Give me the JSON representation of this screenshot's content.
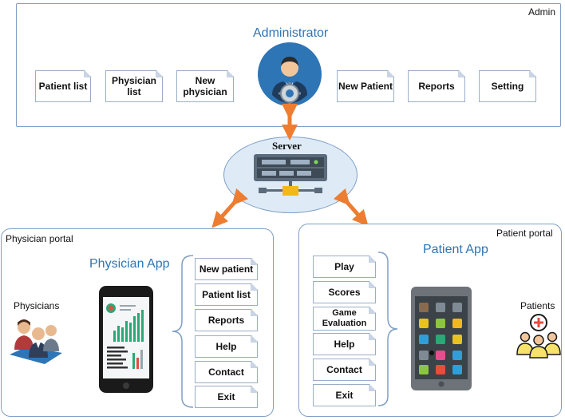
{
  "admin": {
    "panel_label": "Admin",
    "title": "Administrator",
    "items": [
      "Patient list",
      "Physician list",
      "New physician",
      "New Patient",
      "Reports",
      "Setting"
    ]
  },
  "server": {
    "label": "Server"
  },
  "physician_portal": {
    "panel_label": "Physician portal",
    "app_title": "Physician App",
    "user_label": "Physicians",
    "menu": [
      "New patient",
      "Patient list",
      "Reports",
      "Help",
      "Contact",
      "Exit"
    ]
  },
  "patient_portal": {
    "panel_label": "Patient portal",
    "app_title": "Patient App",
    "user_label": "Patients",
    "menu": [
      "Play",
      "Scores",
      "Game Evaluation",
      "Help",
      "Contact",
      "Exit"
    ]
  },
  "colors": {
    "accent_blue": "#2e75b6",
    "arrow_orange": "#ed7d31",
    "panel_border": "#7f9fc4",
    "server_fill": "#deebf7"
  },
  "icons": [
    "administrator-avatar-icon",
    "server-rack-icon",
    "physicians-group-icon",
    "patients-group-icon",
    "smartphone-chart-icon",
    "smartphone-apps-icon"
  ]
}
